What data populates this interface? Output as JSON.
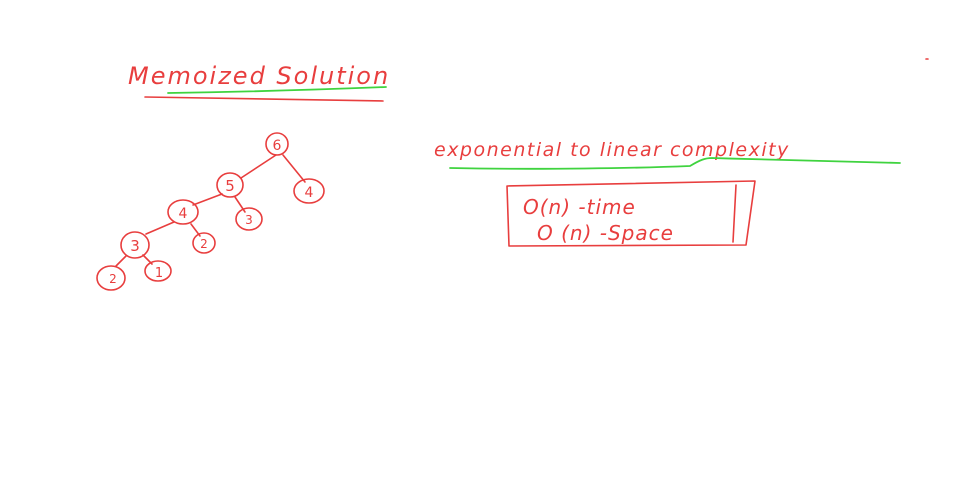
{
  "title": "Memoized Solution",
  "complexity_heading": "exponential to linear complexity",
  "box": {
    "line1": "O(n) -time",
    "line2": "O (n) -Space"
  },
  "tree": {
    "nodes": [
      {
        "id": "n6",
        "label": "6"
      },
      {
        "id": "n5",
        "label": "5"
      },
      {
        "id": "n4r",
        "label": "4"
      },
      {
        "id": "n4",
        "label": "4"
      },
      {
        "id": "n3r",
        "label": "3"
      },
      {
        "id": "n3",
        "label": "3"
      },
      {
        "id": "n2r",
        "label": "2"
      },
      {
        "id": "n2",
        "label": "2"
      },
      {
        "id": "n1",
        "label": "1"
      }
    ]
  },
  "colors": {
    "ink": "#e83e3e",
    "highlight": "#3fd33f"
  }
}
